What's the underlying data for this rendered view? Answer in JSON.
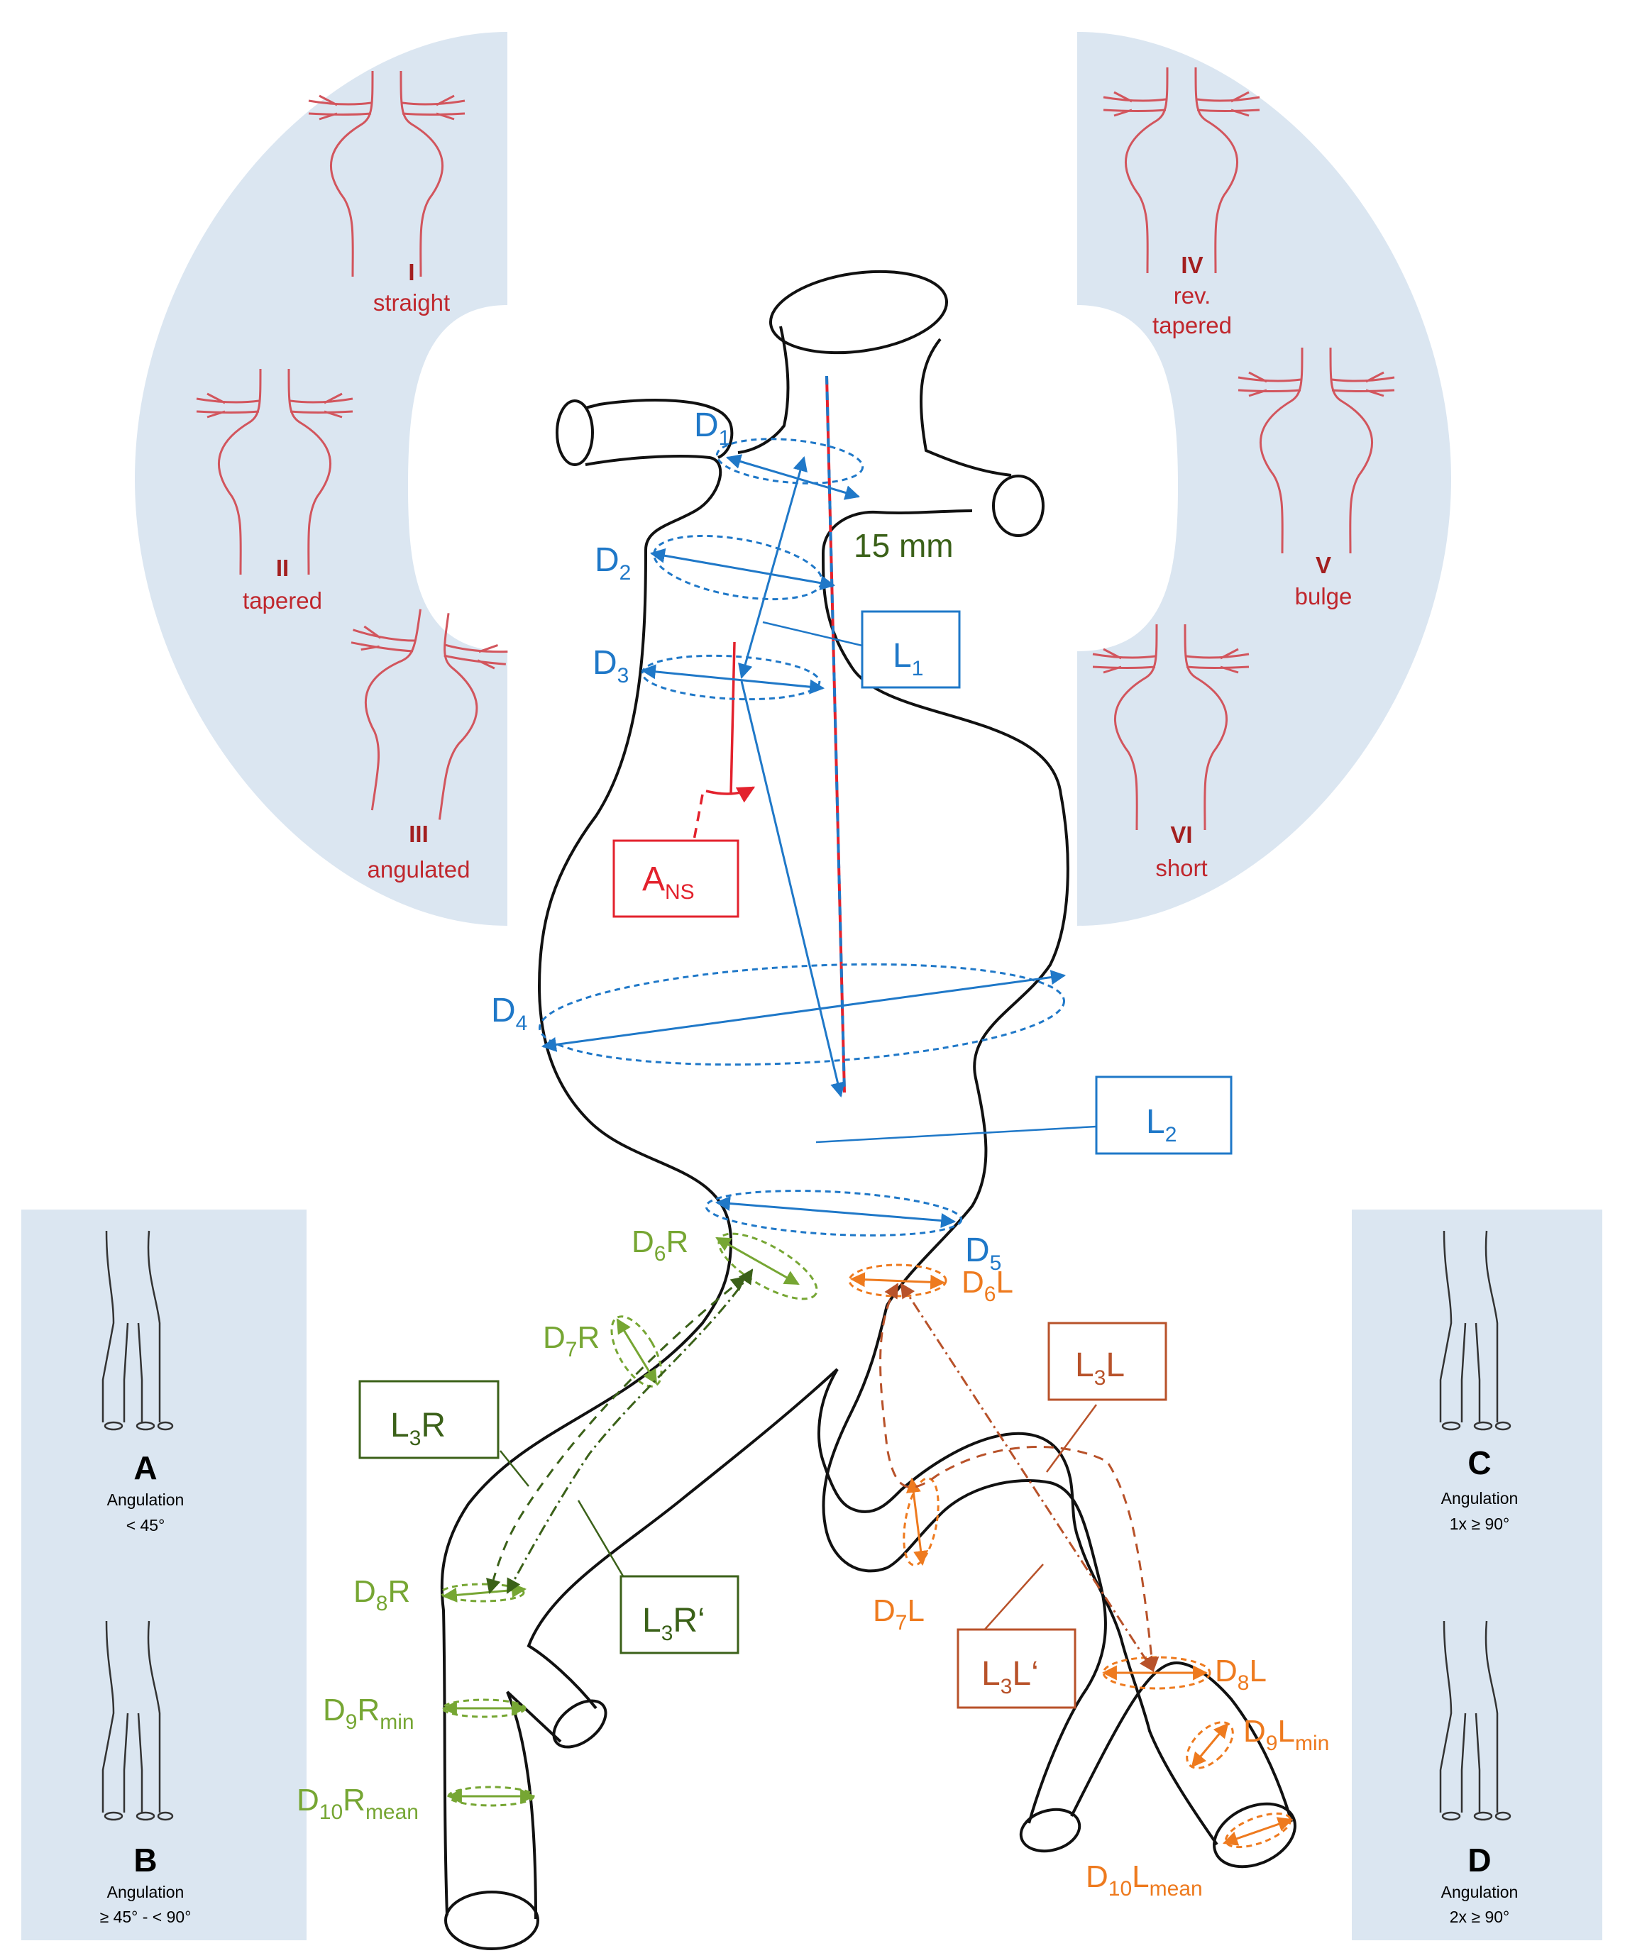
{
  "neck_types": [
    {
      "num": "I",
      "label": "straight"
    },
    {
      "num": "II",
      "label": "tapered"
    },
    {
      "num": "III",
      "label": "angulated"
    },
    {
      "num": "IV",
      "label": "rev.",
      "label2": "tapered"
    },
    {
      "num": "V",
      "label": "bulge"
    },
    {
      "num": "VI",
      "label": "short"
    }
  ],
  "angulation_types": [
    {
      "letter": "A",
      "title": "Angulation",
      "value": "< 45°"
    },
    {
      "letter": "B",
      "title": "Angulation",
      "value": "≥ 45° - < 90°"
    },
    {
      "letter": "C",
      "title": "Angulation",
      "value": "1x ≥ 90°"
    },
    {
      "letter": "D",
      "title": "Angulation",
      "value": "2x ≥ 90°"
    }
  ],
  "labels": {
    "d1": {
      "main": "D",
      "sub": "1"
    },
    "d2": {
      "main": "D",
      "sub": "2"
    },
    "d3": {
      "main": "D",
      "sub": "3"
    },
    "d4": {
      "main": "D",
      "sub": "4"
    },
    "d5": {
      "main": "D",
      "sub": "5"
    },
    "neck_length": "15 mm",
    "l1": {
      "main": "L",
      "sub": "1"
    },
    "l2": {
      "main": "L",
      "sub": "2"
    },
    "ans": {
      "main": "A",
      "sub": "NS"
    },
    "d6r": {
      "pre": "D",
      "sub": "6",
      "post": "R"
    },
    "d7r": {
      "pre": "D",
      "sub": "7",
      "post": "R"
    },
    "d8r": {
      "pre": "D",
      "sub": "8",
      "post": "R"
    },
    "d9r": {
      "pre": "D",
      "sub": "9",
      "post": "R",
      "sub2": "min"
    },
    "d10r": {
      "pre": "D",
      "sub": "10",
      "post": "R",
      "sub2": "mean"
    },
    "l3r": {
      "pre": "L",
      "sub": "3",
      "post": "R"
    },
    "l3r_prime": {
      "pre": "L",
      "sub": "3",
      "post": "R‘"
    },
    "d6l": {
      "pre": "D",
      "sub": "6",
      "post": "L"
    },
    "d7l": {
      "pre": "D",
      "sub": "7",
      "post": "L"
    },
    "d8l": {
      "pre": "D",
      "sub": "8",
      "post": "L"
    },
    "d9l": {
      "pre": "D",
      "sub": "9",
      "post": "L",
      "sub2": "min"
    },
    "d10l": {
      "pre": "D",
      "sub": "10",
      "post": "L",
      "sub2": "mean"
    },
    "l3l": {
      "pre": "L",
      "sub": "3",
      "post": "L"
    },
    "l3l_prime": {
      "pre": "L",
      "sub": "3",
      "post": "L‘"
    }
  },
  "colors": {
    "panel": "#dbe6f1",
    "blue": "#1f78c8",
    "green": "#76a633",
    "dark_green": "#3b6119",
    "orange": "#ee7a1e",
    "brown": "#b8522a",
    "red": "#e3222d",
    "neck_icon": "#d2555d"
  }
}
